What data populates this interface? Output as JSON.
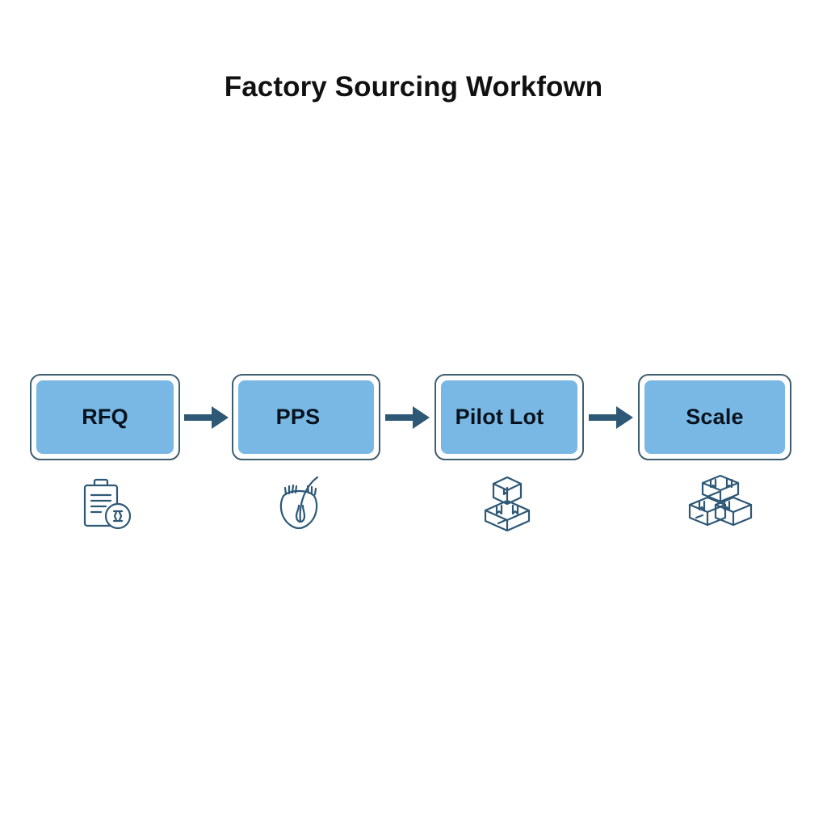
{
  "diagram": {
    "title": "Factory Sourcing Workfown",
    "type": "horizontal-process-flow",
    "background_color": "#ffffff",
    "title_color": "#111111",
    "box_fill_color": "#79b8e5",
    "box_border_color": "#3f5e70",
    "arrow_color": "#2d5876",
    "icon_color": "#2d5876",
    "label_color": "#07121c",
    "stages": [
      {
        "label": "RFQ",
        "icon": "clipboard-document-badge-icon",
        "order": 1
      },
      {
        "label": "PPS",
        "icon": "hair-follicle-icon",
        "order": 2
      },
      {
        "label": "Pilot Lot",
        "icon": "stacked-boxes-two-icon",
        "order": 3
      },
      {
        "label": "Scale",
        "icon": "stacked-boxes-three-icon",
        "order": 4
      }
    ],
    "arrows": [
      {
        "from": "RFQ",
        "to": "PPS",
        "direction": "right"
      },
      {
        "from": "PPS",
        "to": "Pilot Lot",
        "direction": "right"
      },
      {
        "from": "Pilot Lot",
        "to": "Scale",
        "direction": "right"
      }
    ]
  }
}
